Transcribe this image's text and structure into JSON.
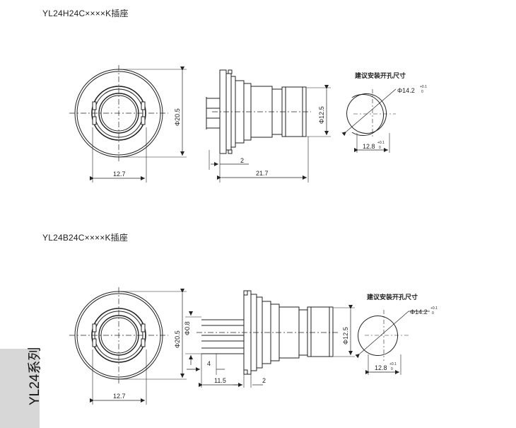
{
  "sections": [
    {
      "title": "YL24H24C××××K插座",
      "dims": {
        "front_width": "12.7",
        "front_dia": "Φ20.5",
        "side_dia": "Φ12.5",
        "flange": "2",
        "length": "21.7"
      },
      "cutout": {
        "heading": "建议安装开孔尺寸",
        "dia": "Φ14.2",
        "dia_tol": "+0.1",
        "dia_tol_low": "0",
        "flat": "12.8",
        "flat_tol": "+0.1",
        "flat_tol_low": "0"
      }
    },
    {
      "title": "YL24B24C××××K插座",
      "dims": {
        "front_width": "12.7",
        "front_dia": "Φ20.5",
        "side_dia": "Φ12.5",
        "pin_dia": "Φ0.8",
        "pin_len": "4",
        "tail": "11.5",
        "flange": "2"
      },
      "cutout": {
        "heading": "建议安装开孔尺寸",
        "dia": "Φ14.2",
        "dia_tol": "+0.1",
        "dia_tol_low": "0",
        "flat": "12.8",
        "flat_tol": "+0.1",
        "flat_tol_low": "0"
      }
    }
  ],
  "side_tab": "YL24系列"
}
